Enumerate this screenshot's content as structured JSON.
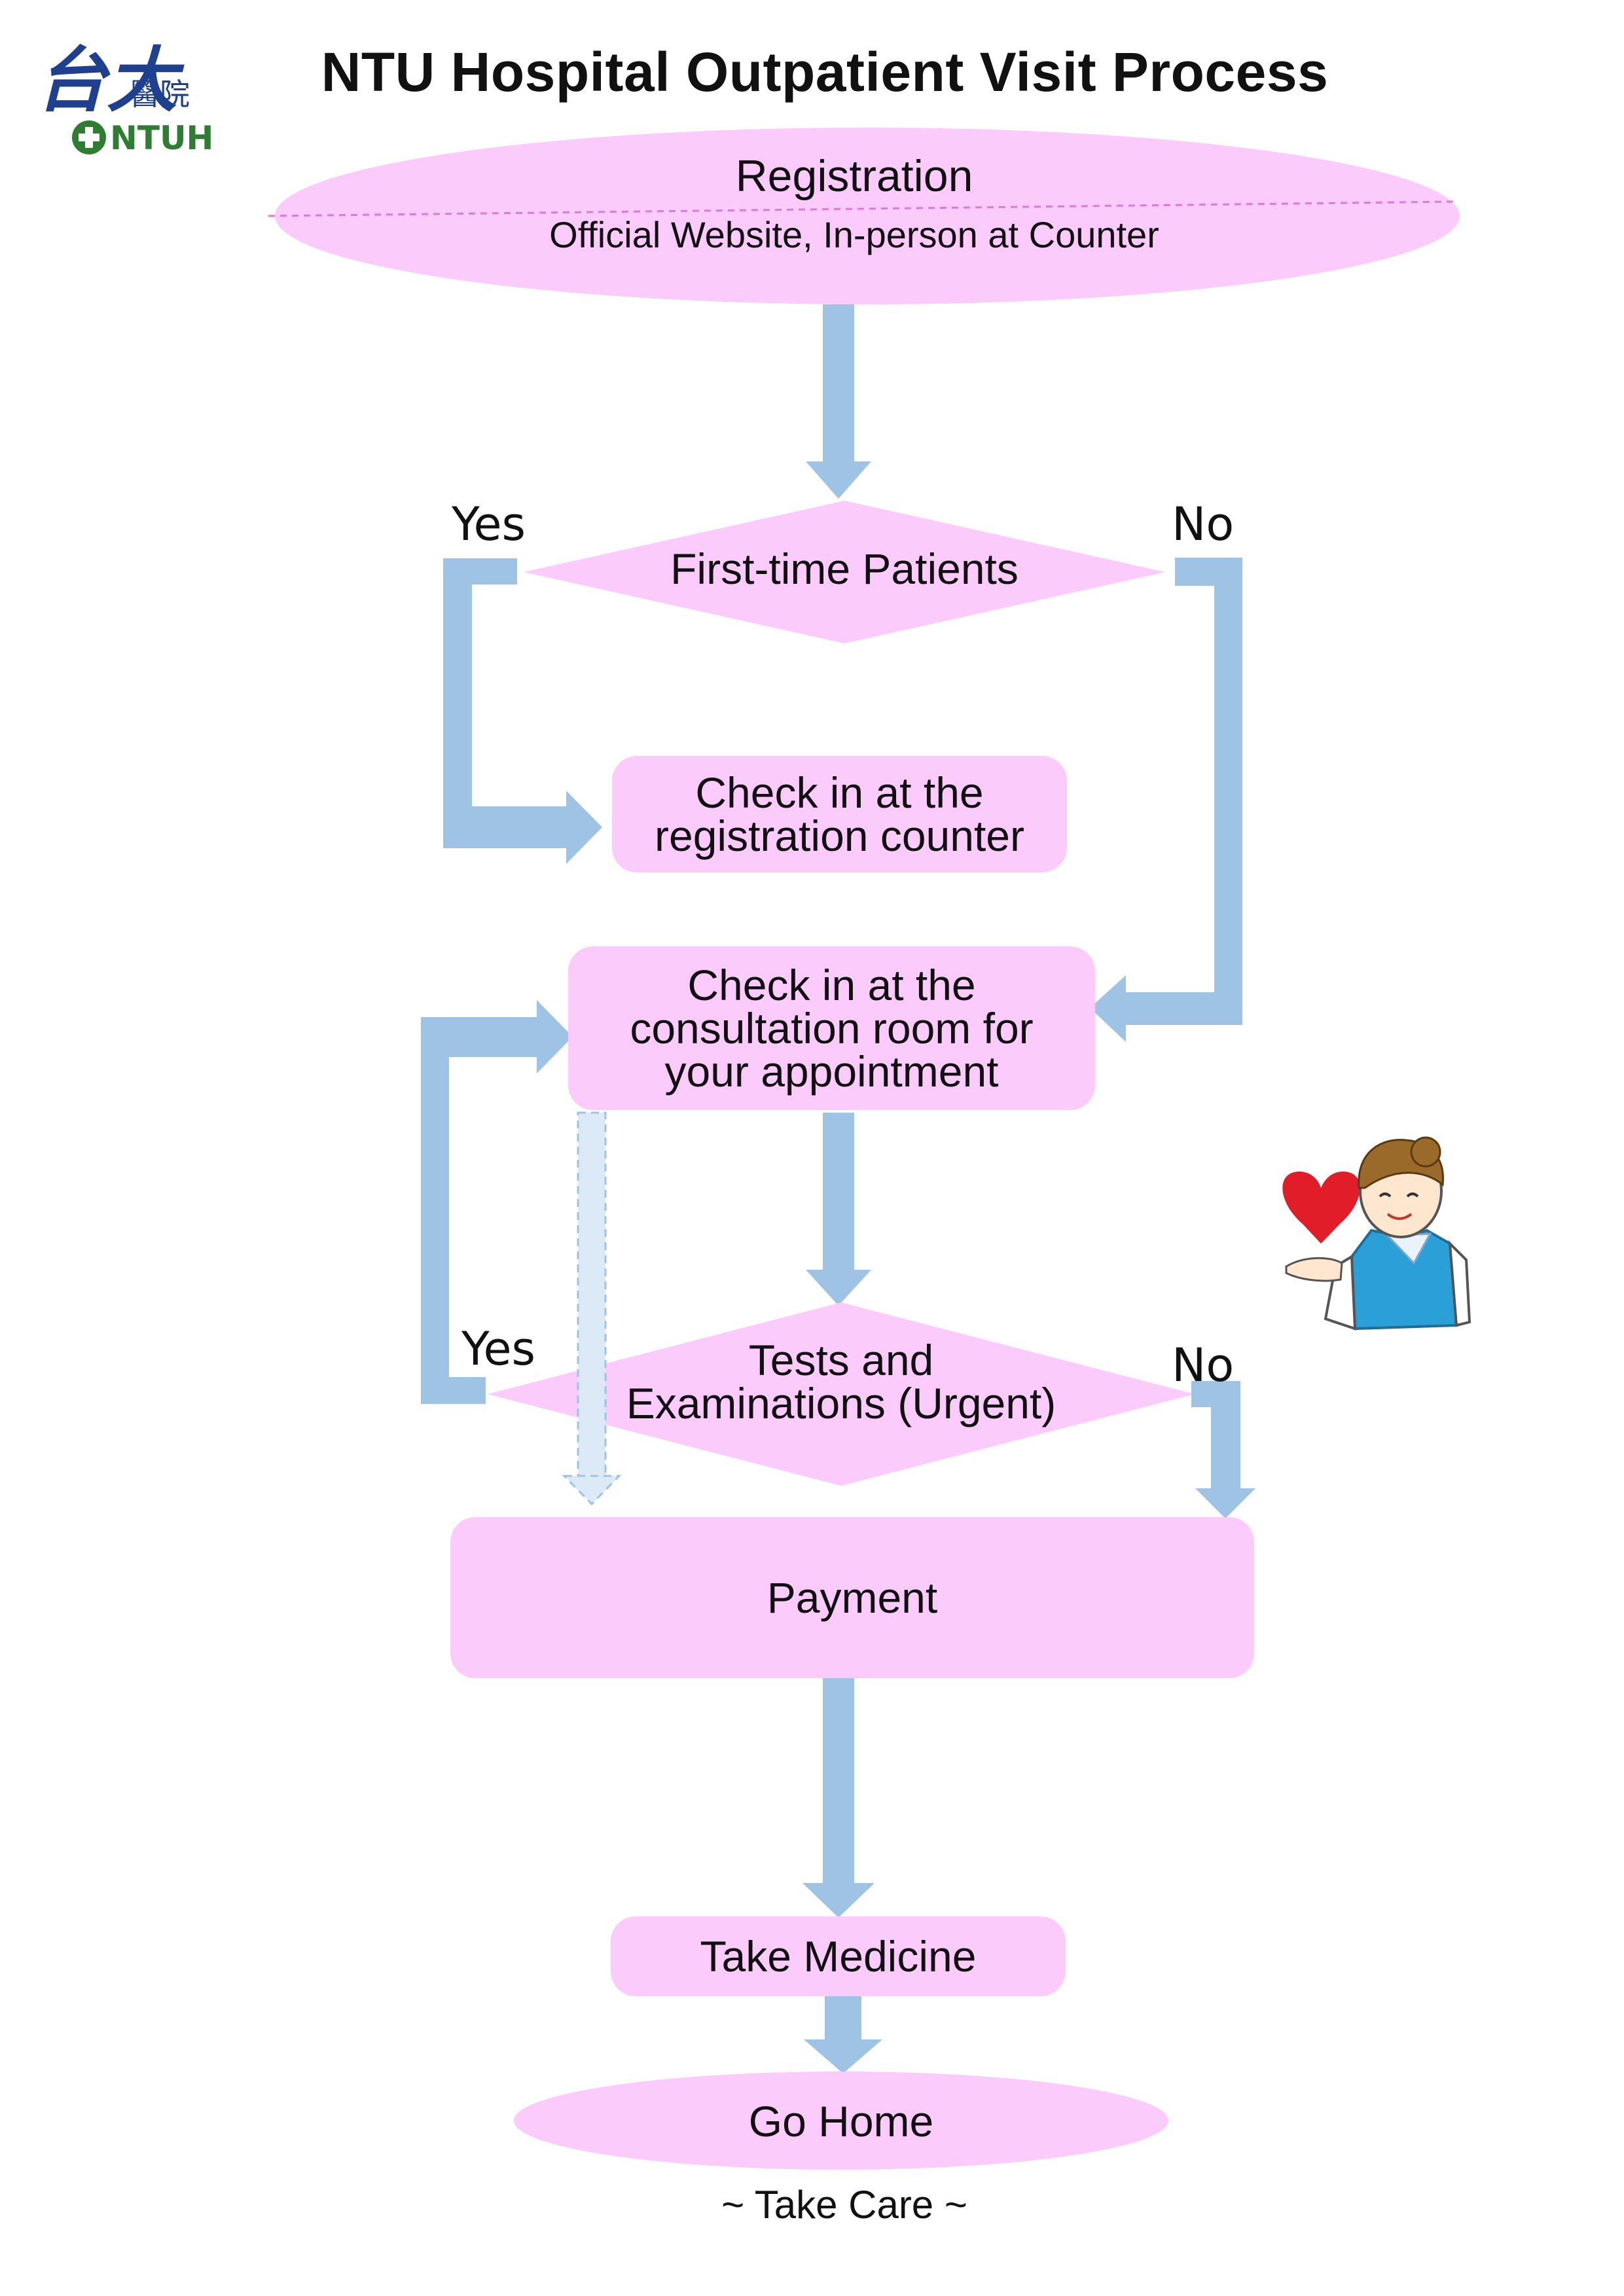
{
  "logo": {
    "chinese_mark": "台大",
    "chinese_text": "醫院",
    "brand": "NTUH"
  },
  "title": "NTU Hospital Outpatient Visit Process",
  "nodes": {
    "registration": {
      "label": "Registration",
      "sub": "Official Website, In-person at Counter"
    },
    "first_time": {
      "label": "First-time Patients"
    },
    "reg_counter": {
      "line1": "Check in at the",
      "line2": "registration counter"
    },
    "consult_room": {
      "line1": "Check in at the",
      "line2": "consultation room for",
      "line3": "your appointment"
    },
    "tests": {
      "line1": "Tests and",
      "line2": "Examinations (Urgent)"
    },
    "payment": {
      "label": "Payment"
    },
    "medicine": {
      "label": "Take Medicine"
    },
    "home": {
      "label": "Go Home"
    }
  },
  "branches": {
    "first_yes": "Yes",
    "first_no": "No",
    "tests_yes": "Yes",
    "tests_no": "No"
  },
  "footer": "~ Take Care ~",
  "colors": {
    "node_fill": "#fbcbfb",
    "arrow": "#9fc3e5",
    "arrow_light": "#dce9f6",
    "logo_blue": "#1f3f8f",
    "logo_green": "#2e7d32",
    "heart": "#e11d2a",
    "vest": "#2b9fd8"
  }
}
